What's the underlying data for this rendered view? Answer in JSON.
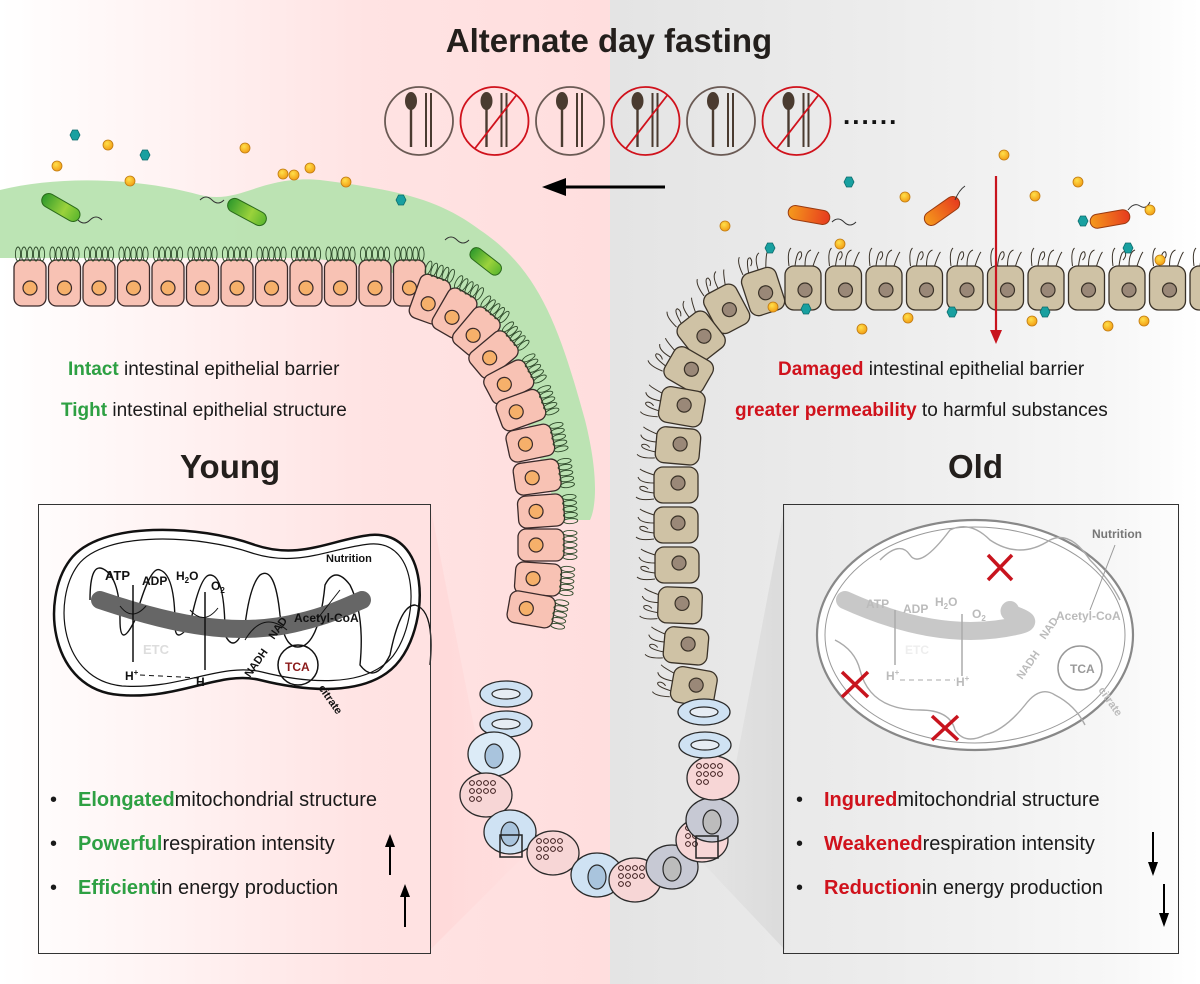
{
  "title": "Alternate day fasting",
  "feeding_schedule": {
    "icons": [
      {
        "icon": "spoon-chopsticks-icon",
        "state": "eat"
      },
      {
        "icon": "spoon-chopsticks-crossed-icon",
        "state": "fast"
      },
      {
        "icon": "spoon-chopsticks-icon",
        "state": "eat"
      },
      {
        "icon": "spoon-chopsticks-crossed-icon",
        "state": "fast"
      },
      {
        "icon": "spoon-chopsticks-icon",
        "state": "eat"
      },
      {
        "icon": "spoon-chopsticks-crossed-icon",
        "state": "fast"
      }
    ],
    "ellipsis": "......",
    "arrow_direction": "left"
  },
  "colors": {
    "positive": "#2ea043",
    "negative": "#d0121c",
    "young_bg": "#ffdede",
    "old_bg": "#e6e6e6",
    "young_cell": "#f8c2b4",
    "old_cell": "#cfc2a5",
    "mucus": "#b8e3b0"
  },
  "young": {
    "label": "Young",
    "barrier": [
      {
        "highlight": "Intact",
        "rest": " intestinal epithelial barrier"
      },
      {
        "highlight": "Tight",
        "rest": " intestinal epithelial structure"
      }
    ],
    "mito_points": [
      {
        "highlight": "Elongated",
        "rest": " mitochondrial structure",
        "trend": ""
      },
      {
        "highlight": "Powerful",
        "rest": " respiration intensity",
        "trend": "up"
      },
      {
        "highlight": "Efficient",
        "rest": " in energy production",
        "trend": "up"
      }
    ]
  },
  "old": {
    "label": "Old",
    "barrier": [
      {
        "highlight": "Damaged",
        "rest": " intestinal epithelial barrier"
      },
      {
        "highlight": "greater permeability",
        "rest": " to harmful substances"
      }
    ],
    "mito_points": [
      {
        "highlight": "Ingured",
        "rest": " mitochondrial structure",
        "trend": ""
      },
      {
        "highlight": "Weakened",
        "rest": " respiration intensity",
        "trend": "down"
      },
      {
        "highlight": "Reduction",
        "rest": " in energy production",
        "trend": "down"
      }
    ]
  },
  "mitochondria_labels": {
    "nutrition": "Nutrition",
    "atp": "ATP",
    "adp": "ADP",
    "h2o": "H",
    "h2o_sub": "2",
    "h2o_o": "O",
    "o2": "O",
    "o2_sub": "2",
    "etc": "ETC",
    "hplus": "H",
    "plus": "+",
    "nadh": "NADH",
    "nad": "NAD",
    "acetyl": "Acetyl-CoA",
    "tca": "TCA",
    "citrate": "citrate"
  },
  "bullet_char": "•"
}
